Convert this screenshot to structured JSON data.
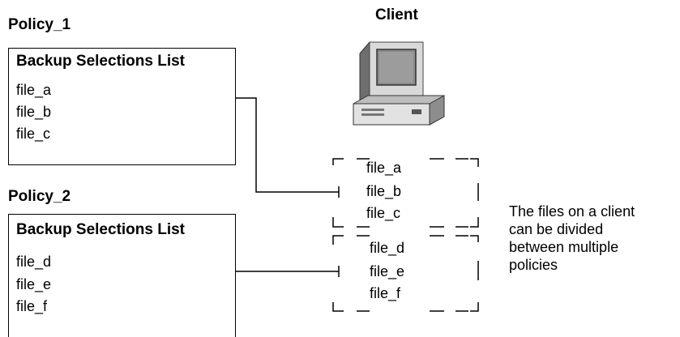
{
  "client": {
    "title": "Client",
    "icon": "computer-icon"
  },
  "policies": [
    {
      "name": "Policy_1",
      "list_title": "Backup Selections List",
      "files": [
        "file_a",
        "file_b",
        "file_c"
      ]
    },
    {
      "name": "Policy_2",
      "list_title": "Backup Selections List",
      "files": [
        "file_d",
        "file_e",
        "file_f"
      ]
    }
  ],
  "client_groups": [
    {
      "files": [
        "file_a",
        "file_b",
        "file_c"
      ]
    },
    {
      "files": [
        "file_d",
        "file_e",
        "file_f"
      ]
    }
  ],
  "note": [
    "The files on a client",
    "can be divided",
    "between multiple",
    "policies"
  ]
}
